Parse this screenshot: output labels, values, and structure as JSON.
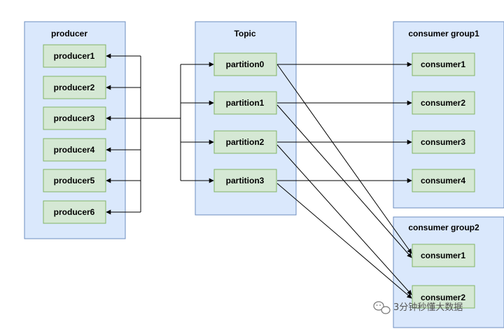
{
  "groups": {
    "producer": "producer",
    "topic": "Topic",
    "consumer_group1": "consumer group1",
    "consumer_group2": "consumer group2"
  },
  "producers": [
    "producer1",
    "producer2",
    "producer3",
    "producer4",
    "producer5",
    "producer6"
  ],
  "partitions": [
    "partition0",
    "partition1",
    "partition2",
    "partition3"
  ],
  "group1_consumers": [
    "consumer1",
    "consumer2",
    "consumer3",
    "consumer4"
  ],
  "group2_consumers": [
    "consumer1",
    "consumer2"
  ],
  "watermark": {
    "text": "3分钟秒懂大数据",
    "icon": "chat-bubbles-icon"
  },
  "colors": {
    "group_fill": "#dae8fc",
    "group_stroke": "#6c8ebf",
    "node_fill": "#d5e8d4",
    "node_stroke": "#82b366"
  }
}
